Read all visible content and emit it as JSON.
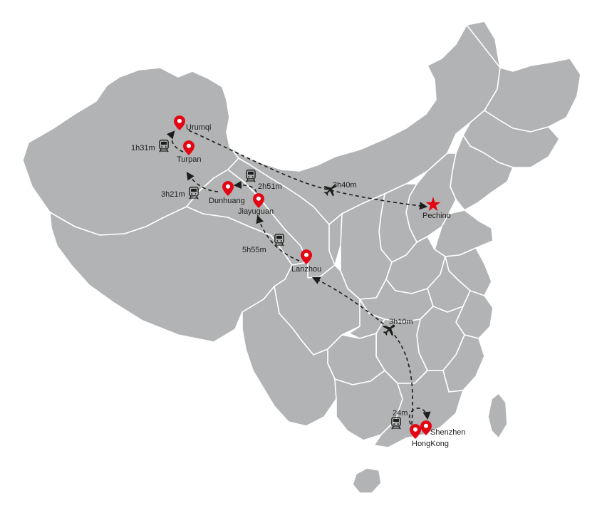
{
  "colors": {
    "land": "#b1b3b4",
    "border": "#ffffff",
    "route": "#1d1d1b",
    "pin": "#e30613",
    "capital_star": "#e30613"
  },
  "cities": [
    {
      "id": "urumqi",
      "name": "Urumqi",
      "icon": "map-pin-icon"
    },
    {
      "id": "turpan",
      "name": "Turpan",
      "icon": "map-pin-icon"
    },
    {
      "id": "dunhuang",
      "name": "Dunhuang",
      "icon": "map-pin-icon"
    },
    {
      "id": "jiayuguan",
      "name": "Jiayuguan",
      "icon": "map-pin-icon"
    },
    {
      "id": "lanzhou",
      "name": "Lanzhou",
      "icon": "map-pin-icon"
    },
    {
      "id": "pechino",
      "name": "Pechino",
      "icon": "star-icon"
    },
    {
      "id": "shenzhen",
      "name": "Shenzhen",
      "icon": "map-pin-icon"
    },
    {
      "id": "hongkong",
      "name": "HongKong",
      "icon": "map-pin-icon"
    }
  ],
  "legs": [
    {
      "from": "HongKong",
      "to": "Shenzhen",
      "mode": "train",
      "icon": "train-icon",
      "duration": "24m"
    },
    {
      "from": "Shenzhen",
      "to": "Lanzhou",
      "mode": "plane",
      "icon": "plane-icon",
      "duration": "3h10m"
    },
    {
      "from": "Lanzhou",
      "to": "Jiayuguan",
      "mode": "train",
      "icon": "train-icon",
      "duration": "5h55m"
    },
    {
      "from": "Jiayuguan",
      "to": "Dunhuang",
      "mode": "train",
      "icon": "train-icon",
      "duration": "2h51m"
    },
    {
      "from": "Dunhuang",
      "to": "Turpan",
      "mode": "train",
      "icon": "train-icon",
      "duration": "3h21m"
    },
    {
      "from": "Turpan",
      "to": "Urumqi",
      "mode": "train",
      "icon": "train-icon",
      "duration": "1h31m"
    },
    {
      "from": "Urumqi",
      "to": "Pechino",
      "mode": "plane",
      "icon": "plane-icon",
      "duration": "3h40m"
    }
  ]
}
